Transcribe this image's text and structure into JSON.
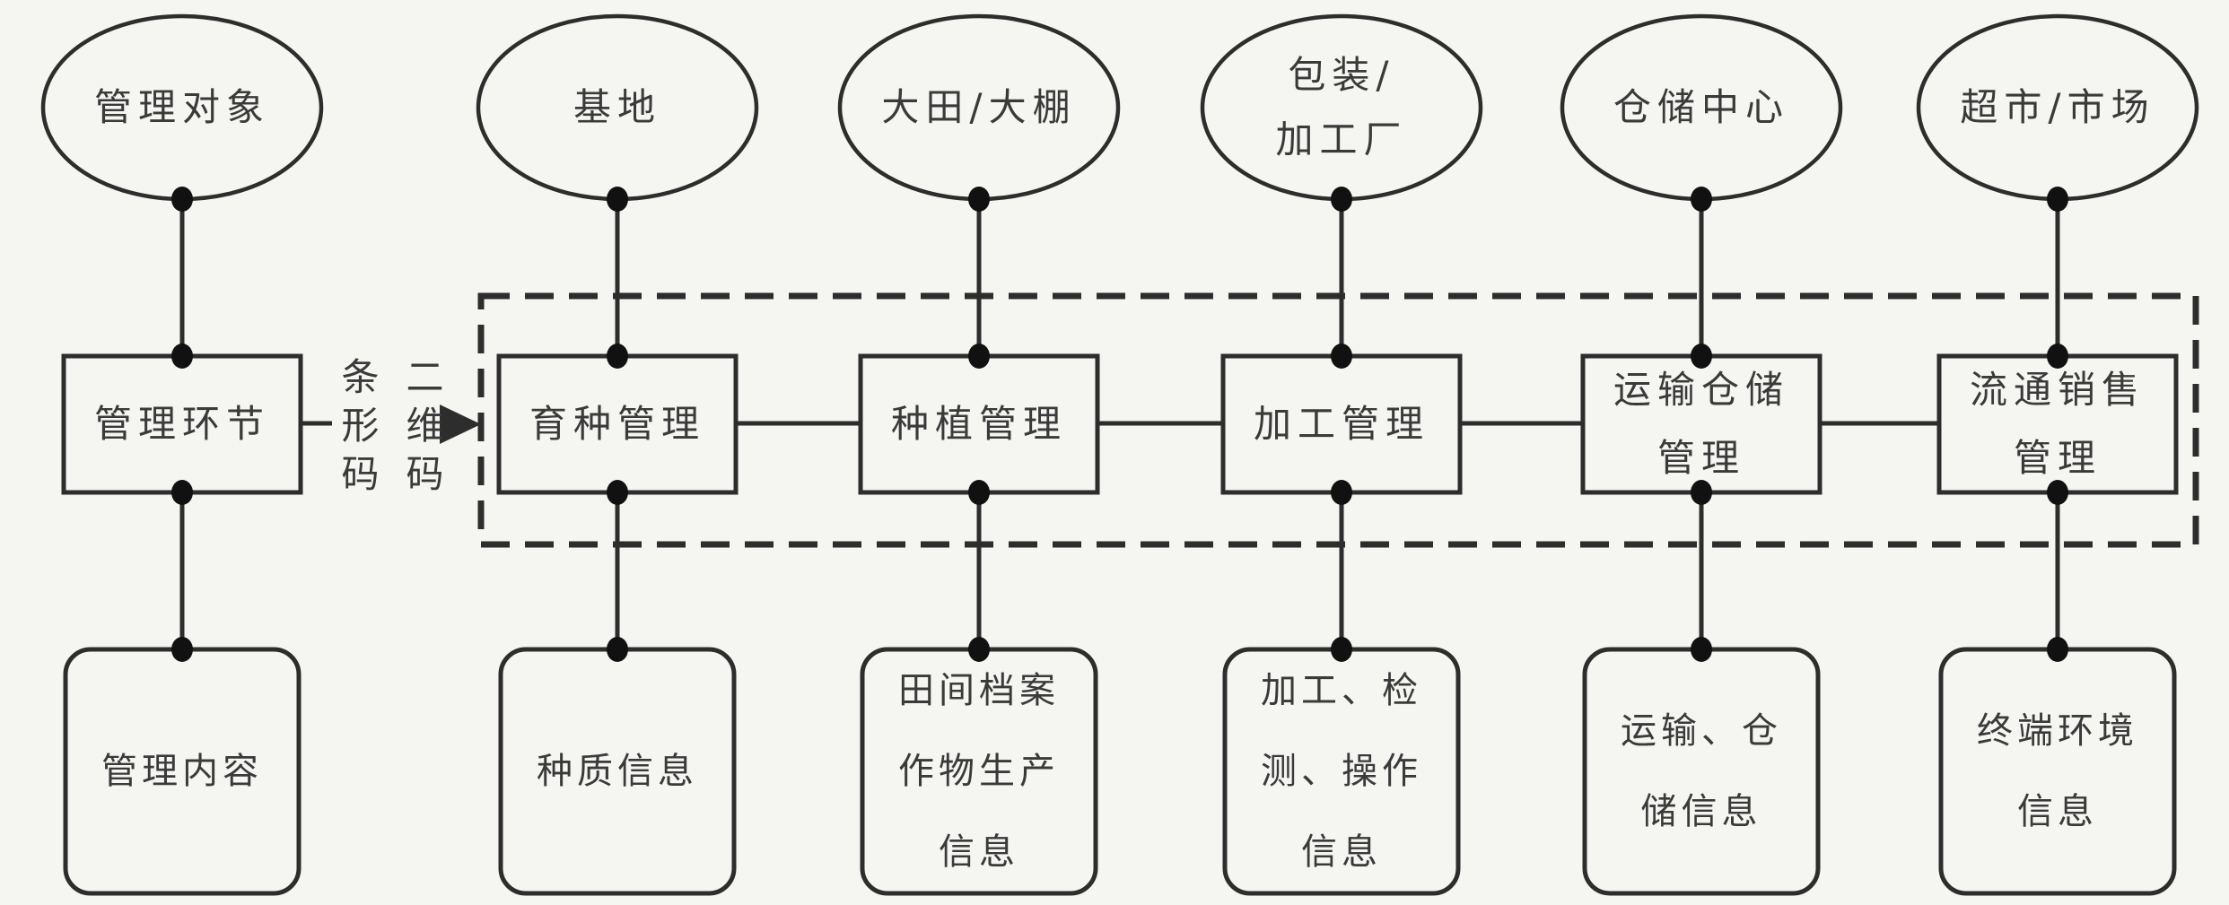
{
  "legend": {
    "object": "管理对象",
    "link": "管理环节",
    "content": "管理内容"
  },
  "codes": {
    "barcode": "条形码",
    "qr_code": "二维码"
  },
  "columns": [
    {
      "stage": [
        "基地"
      ],
      "management": [
        "育种管理"
      ],
      "info": [
        "种质信息"
      ]
    },
    {
      "stage": [
        "大田/大棚"
      ],
      "management": [
        "种植管理"
      ],
      "info": [
        "田间档案",
        "作物生产",
        "信息"
      ]
    },
    {
      "stage": [
        "包装/",
        "加工厂"
      ],
      "management": [
        "加工管理"
      ],
      "info": [
        "加工、检",
        "测、操作",
        "信息"
      ]
    },
    {
      "stage": [
        "仓储中心"
      ],
      "management": [
        "运输仓储",
        "管理"
      ],
      "info": [
        "运输、仓",
        "储信息"
      ]
    },
    {
      "stage": [
        "超市/市场"
      ],
      "management": [
        "流通销售",
        "管理"
      ],
      "info": [
        "终端环境",
        "信息"
      ]
    }
  ],
  "colors": {
    "background": "#f5f5f2",
    "line": "#2d2d2d",
    "text": "#3a3a3a"
  }
}
